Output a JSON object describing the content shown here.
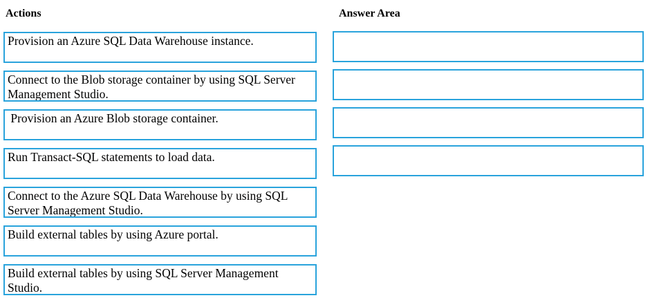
{
  "headers": {
    "actions": "Actions",
    "answer_area": "Answer Area"
  },
  "actions": {
    "items": [
      {
        "label": "Provision an Azure SQL Data Warehouse instance."
      },
      {
        "label": "Connect to the Blob storage container by using SQL Server Management Studio."
      },
      {
        "label": " Provision an Azure Blob storage container."
      },
      {
        "label": "Run Transact-SQL statements to load data."
      },
      {
        "label": "Connect to the Azure SQL Data Warehouse by using SQL Server Management Studio."
      },
      {
        "label": "Build external tables by using Azure portal."
      },
      {
        "label": "Build external tables by using SQL Server Management Studio."
      }
    ]
  },
  "answer_area": {
    "slot_count": 4
  },
  "colors": {
    "box_border": "#29a3dc",
    "text": "#000000",
    "background": "#ffffff"
  }
}
